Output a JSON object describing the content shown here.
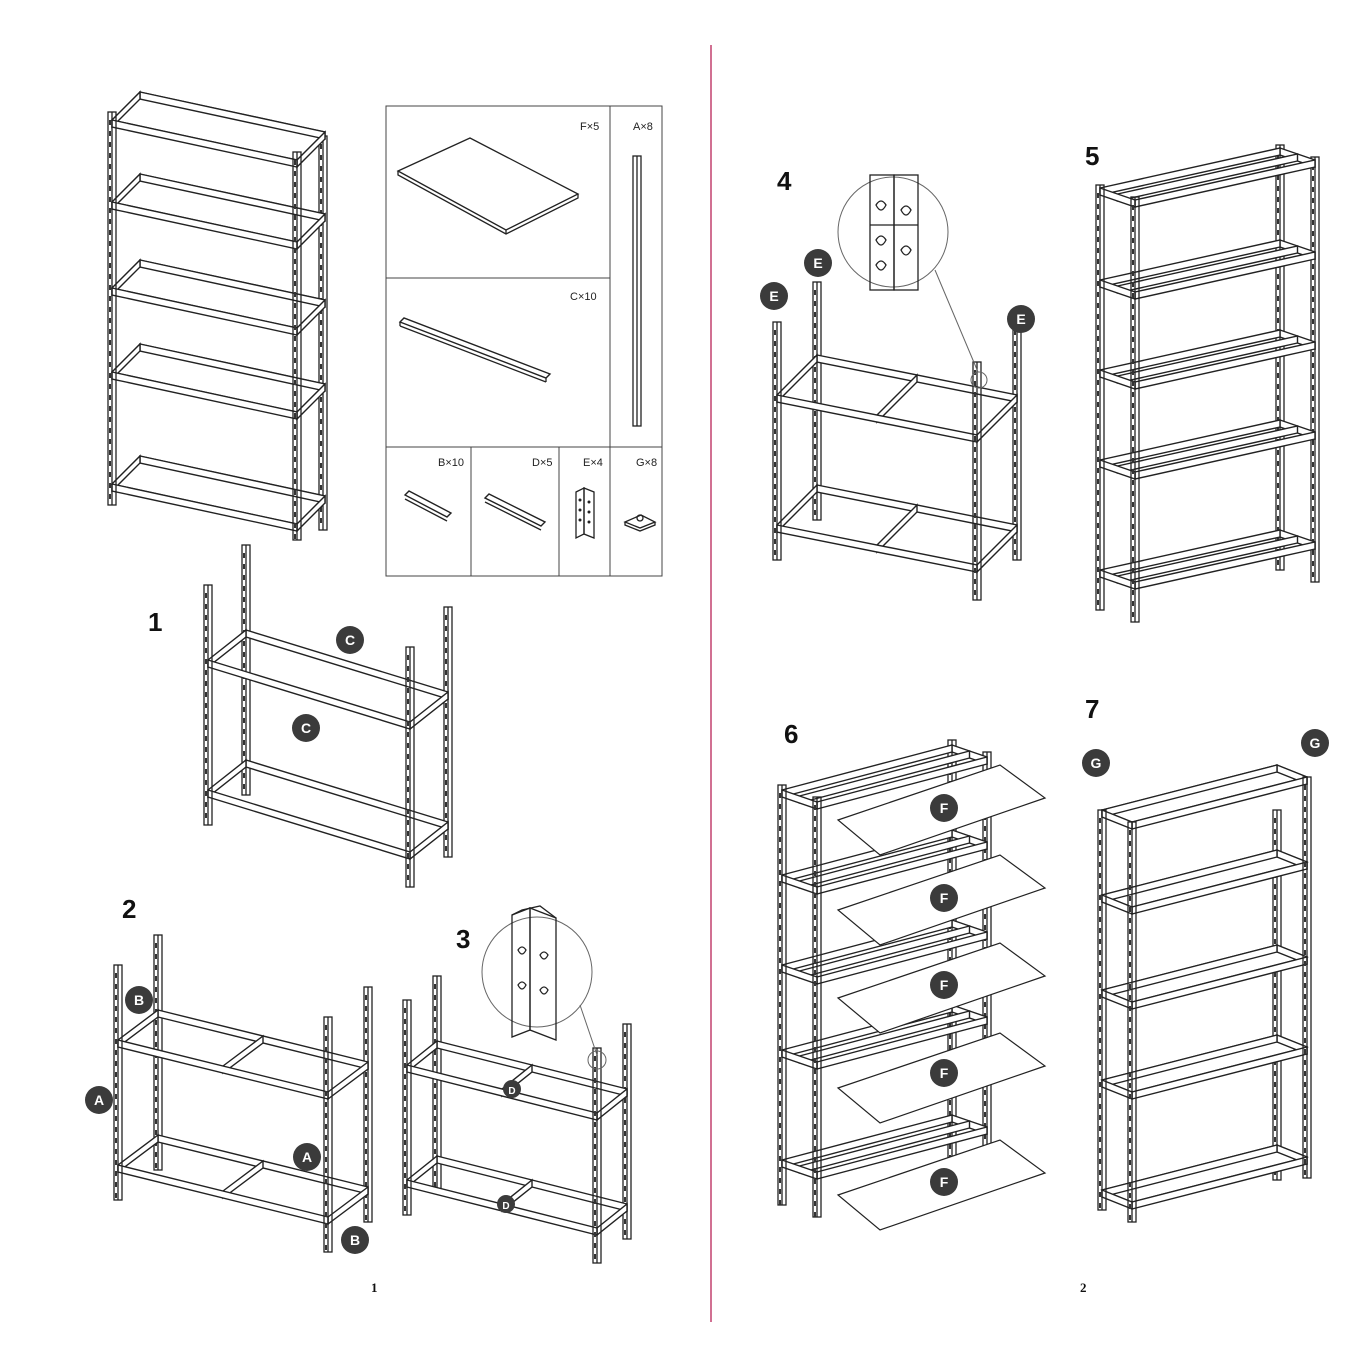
{
  "colors": {
    "divider": "#c2406f",
    "line": "#222222",
    "badge": "#3b3b3b",
    "background": "#ffffff"
  },
  "parts": [
    {
      "label": "F×5"
    },
    {
      "label": "A×8"
    },
    {
      "label": "C×10"
    },
    {
      "label": "B×10"
    },
    {
      "label": "D×5"
    },
    {
      "label": "E×4"
    },
    {
      "label": "G×8"
    }
  ],
  "steps": [
    "1",
    "2",
    "3",
    "4",
    "5",
    "6",
    "7"
  ],
  "badges": {
    "step1": [
      "C",
      "C"
    ],
    "step2": [
      "B",
      "A",
      "A",
      "B"
    ],
    "step3": [
      "D",
      "D"
    ],
    "step4": [
      "E",
      "E",
      "E"
    ],
    "step6": [
      "F",
      "F",
      "F",
      "F",
      "F"
    ],
    "step7": [
      "G",
      "G"
    ]
  },
  "page_numbers": [
    "1",
    "2"
  ]
}
